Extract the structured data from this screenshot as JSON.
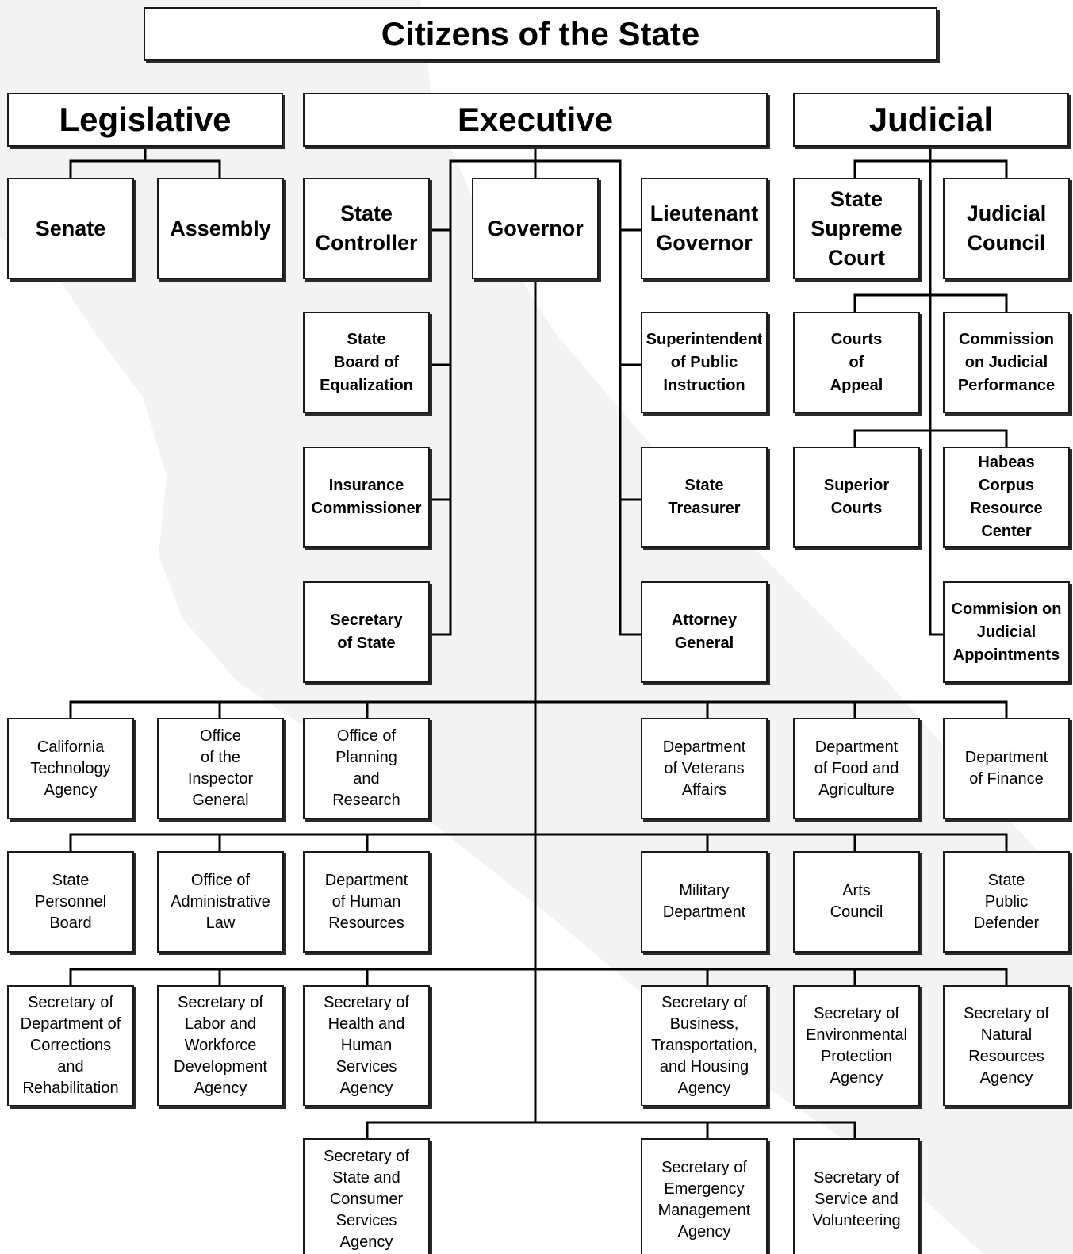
{
  "title": "Citizens of the State",
  "branches": {
    "legislative": "Legislative",
    "executive": "Executive",
    "judicial": "Judicial"
  },
  "legislative": {
    "senate": "Senate",
    "assembly": "Assembly"
  },
  "executive_officers": {
    "governor": "Governor",
    "state_controller": "State\nController",
    "lieutenant_governor": "Lieutenant\nGovernor",
    "board_of_equalization": "State\nBoard of\nEqualization",
    "superintendent": "Superintendent\nof Public\nInstruction",
    "insurance_commissioner": "Insurance\nCommissioner",
    "state_treasurer": "State\nTreasurer",
    "secretary_of_state": "Secretary\nof State",
    "attorney_general": "Attorney\nGeneral"
  },
  "judicial": {
    "supreme_court": "State\nSupreme\nCourt",
    "judicial_council": "Judicial\nCouncil",
    "courts_of_appeal": "Courts\nof\nAppeal",
    "commission_performance": "Commission\non Judicial\nPerformance",
    "superior_courts": "Superior\nCourts",
    "habeas_corpus": "Habeas\nCorpus\nResource\nCenter",
    "commission_appointments": "Commision on\nJudicial\nAppointments"
  },
  "agencies": {
    "row1": [
      "California\nTechnology\nAgency",
      "Office\nof the\nInspector\nGeneral",
      "Office of\nPlanning\nand\nResearch",
      "Department\nof Veterans\nAffairs",
      "Department\nof Food and\nAgriculture",
      "Department\nof Finance"
    ],
    "row2": [
      "State\nPersonnel\nBoard",
      "Office of\nAdministrative\nLaw",
      "Department\nof Human\nResources",
      "Military\nDepartment",
      "Arts\nCouncil",
      "State\nPublic\nDefender"
    ],
    "row3": [
      "Secretary of\nDepartment of\nCorrections\nand\nRehabilitation",
      "Secretary of\nLabor and\nWorkforce\nDevelopment\nAgency",
      "Secretary of\nHealth and\nHuman\nServices\nAgency",
      "Secretary of\nBusiness,\nTransportation,\nand Housing\nAgency",
      "Secretary of\nEnvironmental\nProtection\nAgency",
      "Secretary of\nNatural\nResources\nAgency"
    ],
    "row4": [
      "Secretary of\nState and\nConsumer\nServices\nAgency",
      "Secretary of\nEmergency\nManagement\nAgency",
      "Secretary of\nService and\nVolunteering"
    ]
  }
}
